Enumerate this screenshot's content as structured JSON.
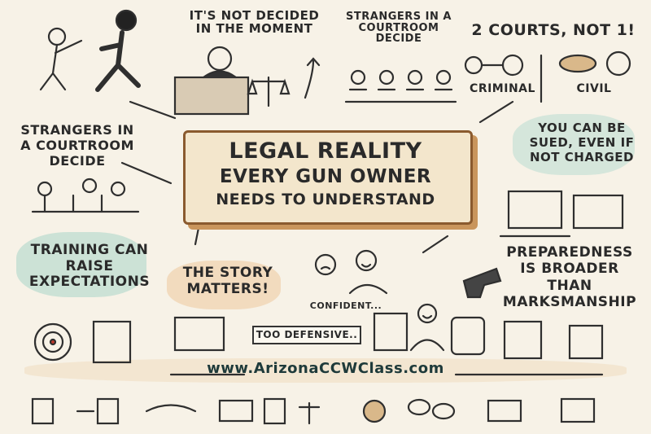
{
  "colors": {
    "background": "#f7f2e7",
    "ink": "#2a2a2a",
    "teal": "#7fbfb0",
    "orange": "#e8b07a",
    "banner": "#f3e6cc",
    "banner_edge": "#8a5a2e"
  },
  "top": {
    "moment": "IT'S NOT DECIDED IN THE MOMENT",
    "strangers_top": "STRANGERS IN A COURTROOM DECIDE",
    "courts_title": "2 COURTS, NOT 1!",
    "criminal": "CRIMINAL",
    "civil": "CIVIL"
  },
  "banner": {
    "line1": "LEGAL REALITY",
    "line2": "EVERY GUN OWNER",
    "line3": "NEEDS TO UNDERSTAND"
  },
  "left": {
    "strangers": "STRANGERS IN A COURTROOM DECIDE",
    "training": "TRAINING CAN RAISE EXPECTATIONS"
  },
  "right": {
    "sued": "YOU CAN BE SUED, EVEN IF NOT CHARGED",
    "preparedness": "PREPAREDNESS IS BROADER THAN MARKSMANSHIP"
  },
  "middle": {
    "story": "THE STORY MATTERS!",
    "confident": "CONFIDENT...",
    "defensive": "TOO DEFENSIVE.."
  },
  "footer": {
    "url": "www.ArizonaCCWClass.com"
  }
}
